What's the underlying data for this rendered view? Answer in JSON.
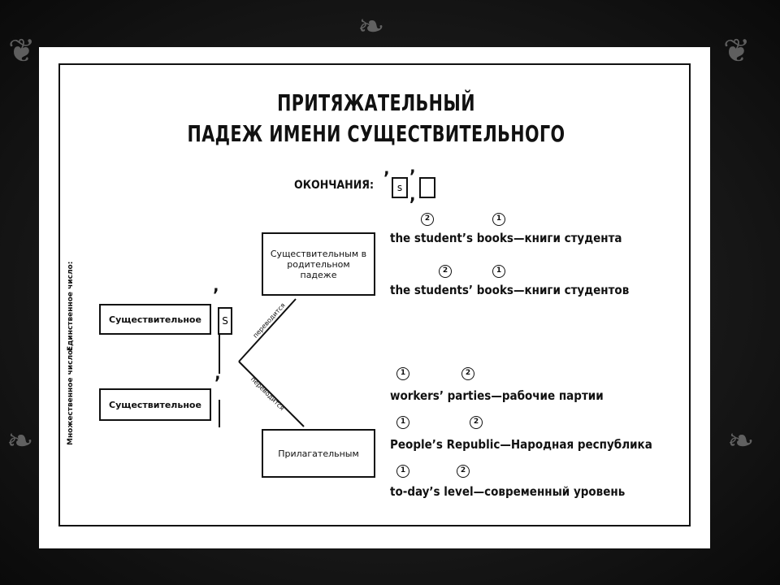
{
  "title": {
    "line1": "ПРИТЯЖАТЕЛЬНЫЙ",
    "line2": "ПАДЕЖ ИМЕНИ СУЩЕСТВИТЕЛЬНОГО"
  },
  "endings": {
    "label": "ОКОНЧАНИЯ:",
    "box1": "s",
    "apostrophe": "’",
    "comma": ","
  },
  "diagram": {
    "singular_label": "Единственное число:",
    "plural_label": "Множественное число:",
    "noun_box": "Существительное",
    "s_box": "S",
    "apostrophe": "’",
    "translated_label": "переводится",
    "genitive_box": "Существительным в родительном падеже",
    "adjective_box": "Прилагательным"
  },
  "examples": [
    {
      "n1": "2",
      "n2": "1",
      "text": "the student’s books—книги студента"
    },
    {
      "n1": "2",
      "n2": "1",
      "text": "the students’ books—книги студентов"
    },
    {
      "n1": "1",
      "n2": "2",
      "text": "workers’ parties—рабочие партии"
    },
    {
      "n1": "1",
      "n2": "2",
      "text": "People’s Republic—Народная республика"
    },
    {
      "n1": "1",
      "n2": "2",
      "text": "to-day’s level—современный уровень"
    }
  ],
  "colors": {
    "background": "#141414",
    "card": "#ffffff",
    "ink": "#111111",
    "ornament": "#8a8a8a"
  }
}
